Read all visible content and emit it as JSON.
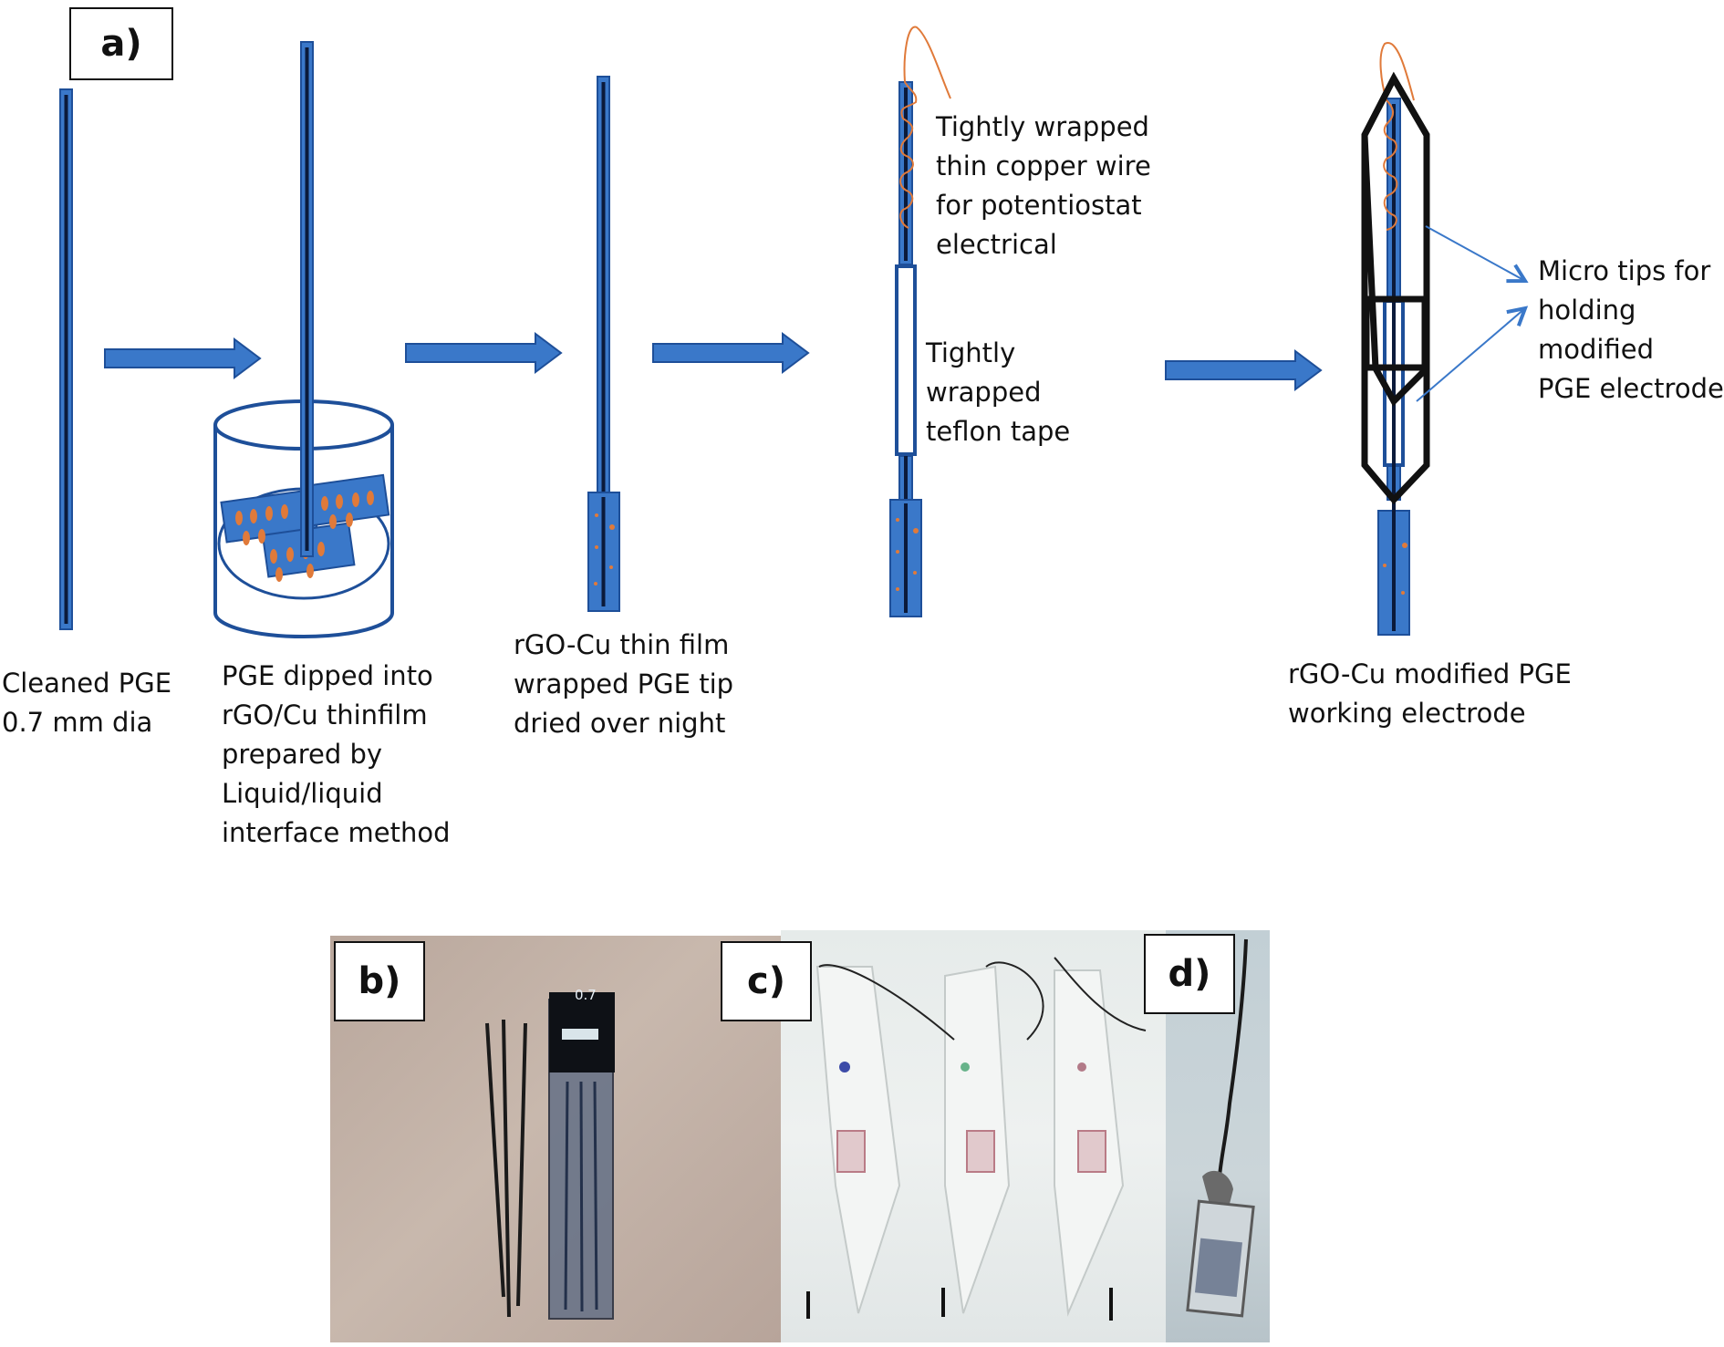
{
  "panel_a": {
    "tag": "a)",
    "labels": {
      "cleaned_pge": "Cleaned PGE\n0.7 mm dia",
      "dipped": "PGE dipped into\nrGO/Cu thinfilm\nprepared by\nLiquid/liquid\ninterface method",
      "wrapped_tip": "rGO-Cu thin film\nwrapped PGE tip\ndried over night",
      "copper_wire": "Tightly wrapped\n thin copper wire\n for potentiostat\nelectrical",
      "teflon": "Tightly\nwrapped\nteflon tape",
      "final": "rGO-Cu  modified PGE\n  working electrode",
      "micro_tips": "Micro tips for\nholding\nmodified\nPGE electrode"
    }
  },
  "panel_b": {
    "tag": "b)",
    "box_text": "0.7"
  },
  "panel_c": {
    "tag": "c)"
  },
  "panel_d": {
    "tag": "d)"
  },
  "colors": {
    "electrode_blue": "#3a78c9",
    "electrode_core": "#0b1a3a",
    "copper_wire": "#e07a3a",
    "holder_outline": "#111111",
    "arrow_blue": "#3a78c9"
  }
}
